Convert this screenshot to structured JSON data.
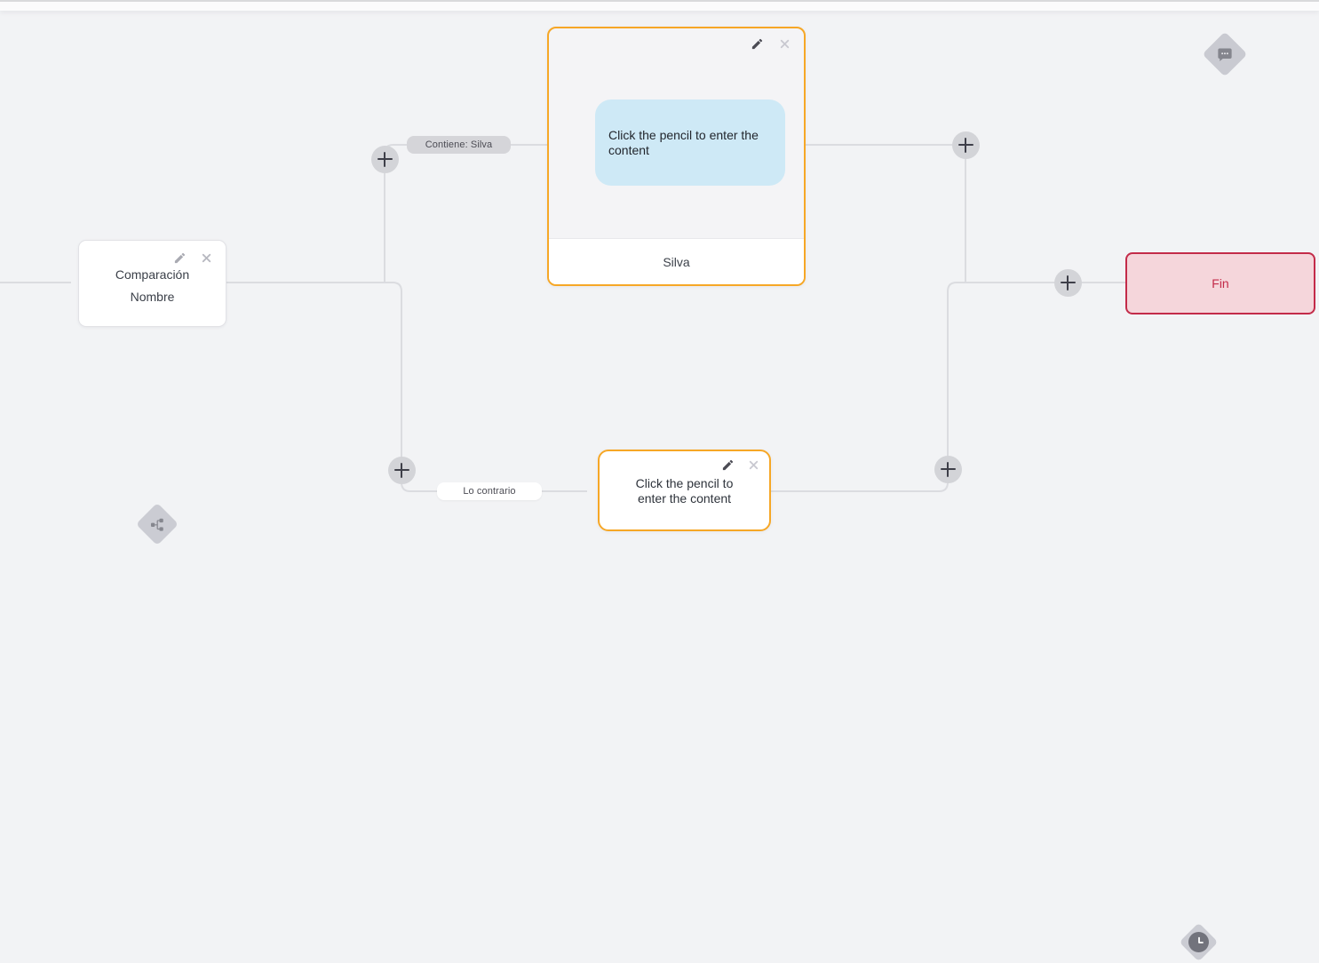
{
  "canvas": {
    "background": "#f2f3f5",
    "edge_color": "#dbdce0"
  },
  "edge_labels": {
    "contains": "Contiene: Silva",
    "otherwise": "Lo contrario"
  },
  "nodes": {
    "comparison": {
      "title": "Comparación",
      "subtitle": "Nombre"
    },
    "message": {
      "bubble_placeholder": "Click the pencil to enter the content",
      "footer": "Silva"
    },
    "otherwise_block": {
      "placeholder": "Click the pencil to enter the content"
    },
    "end": {
      "label": "Fin"
    }
  },
  "icons": {
    "plus": "+",
    "close": "✕",
    "pencil": "pencil",
    "chat": "speech-bubble",
    "clock": "clock",
    "branch": "branch-split"
  },
  "colors": {
    "accent_orange": "#f6a726",
    "end_border": "#c32b49",
    "end_background": "#f5d6db",
    "bubble_blue": "#cee9f6",
    "handle_gray": "#cbccd3"
  }
}
